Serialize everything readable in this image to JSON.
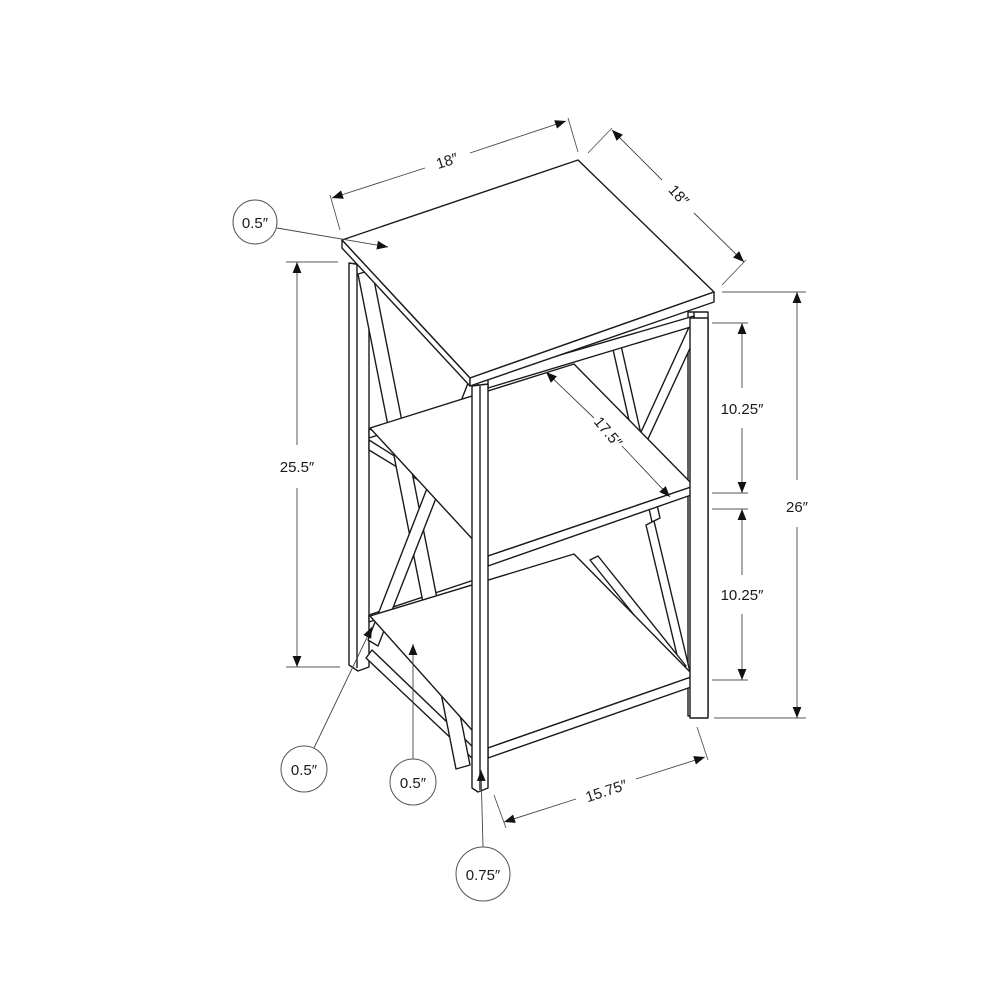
{
  "diagram": {
    "subject": "Three-tier square accent table with X-braced sides",
    "colors": {
      "line": "#1a1a1a",
      "dimension": "#444444",
      "background": "#ffffff"
    },
    "dimensions": {
      "top_width": "18″",
      "top_depth": "18″",
      "top_thickness": "0.5″",
      "leg_height": "25.5″",
      "overall_height": "26″",
      "upper_shelf_clearance": "10.25″",
      "lower_shelf_clearance": "10.25″",
      "shelf_depth": "17.5″",
      "base_width": "15.75″",
      "frame_side_callout": "0.5″",
      "frame_front_callout": "0.5″",
      "leg_callout": "0.75″"
    }
  }
}
